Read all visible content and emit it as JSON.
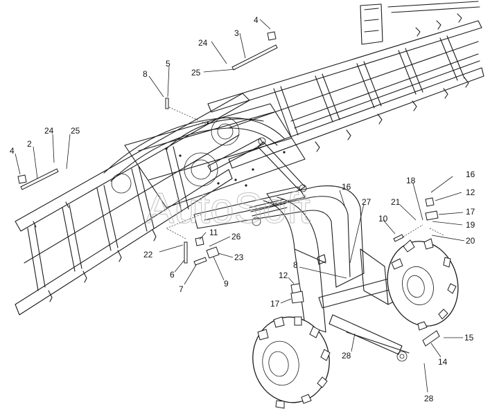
{
  "watermark": "AutoSoft",
  "callouts": [
    {
      "id": "c4a",
      "text": "4"
    },
    {
      "id": "c3",
      "text": "3"
    },
    {
      "id": "c24a",
      "text": "24"
    },
    {
      "id": "c25a",
      "text": "25"
    },
    {
      "id": "c8a",
      "text": "8"
    },
    {
      "id": "c5",
      "text": "5"
    },
    {
      "id": "c4b",
      "text": "4"
    },
    {
      "id": "c2",
      "text": "2"
    },
    {
      "id": "c24b",
      "text": "24"
    },
    {
      "id": "c25b",
      "text": "25"
    },
    {
      "id": "c16a",
      "text": "16"
    },
    {
      "id": "c27",
      "text": "27"
    },
    {
      "id": "c18",
      "text": "18"
    },
    {
      "id": "c16b",
      "text": "16"
    },
    {
      "id": "c12a",
      "text": "12"
    },
    {
      "id": "c21",
      "text": "21"
    },
    {
      "id": "c17a",
      "text": "17"
    },
    {
      "id": "c10",
      "text": "10"
    },
    {
      "id": "c19",
      "text": "19"
    },
    {
      "id": "c20",
      "text": "20"
    },
    {
      "id": "c11",
      "text": "11"
    },
    {
      "id": "c26",
      "text": "26"
    },
    {
      "id": "c22",
      "text": "22"
    },
    {
      "id": "c23",
      "text": "23"
    },
    {
      "id": "c6",
      "text": "6"
    },
    {
      "id": "c7",
      "text": "7"
    },
    {
      "id": "c9",
      "text": "9"
    },
    {
      "id": "c8b",
      "text": "8"
    },
    {
      "id": "c12b",
      "text": "12"
    },
    {
      "id": "c17b",
      "text": "17"
    },
    {
      "id": "c15",
      "text": "15"
    },
    {
      "id": "c14",
      "text": "14"
    },
    {
      "id": "c28a",
      "text": "28"
    },
    {
      "id": "c28b",
      "text": "28"
    }
  ]
}
